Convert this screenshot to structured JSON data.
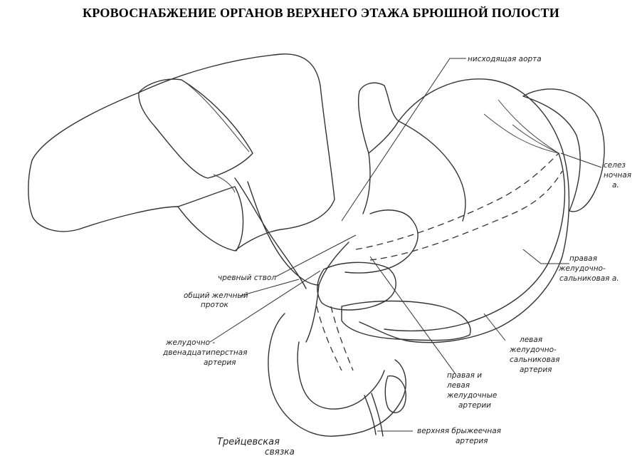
{
  "title": "КРОВОСНАБЖЕНИЕ ОРГАНОВ ВЕРХНЕГО ЭТАЖА БРЮШНОЙ ПОЛОСТИ",
  "labels": {
    "descending_aorta": "нисходящая аорта",
    "splenic_artery_1": "селез",
    "splenic_artery_2": "ночная",
    "splenic_artery_3": "а.",
    "right_gastroepiploic_1": "правая",
    "right_gastroepiploic_2": "желудочно-",
    "right_gastroepiploic_3": "сальниковая а.",
    "celiac_trunk": "чревный ствол",
    "common_bile_duct_1": "общий желчный",
    "common_bile_duct_2": "проток",
    "gastroduodenal_1": "желудочно -",
    "gastroduodenal_2": "двенадцатиперстная",
    "gastroduodenal_3": "артерия",
    "left_gastroepiploic_1": "левая",
    "left_gastroepiploic_2": "желудочно-",
    "left_gastroepiploic_3": "сальниковая",
    "left_gastroepiploic_4": "артерия",
    "gastric_arteries_1": "правая и",
    "gastric_arteries_2": "левая",
    "gastric_arteries_3": "желудочные",
    "gastric_arteries_4": "артерии",
    "superior_mesenteric_1": "верхняя брыжеечная",
    "superior_mesenteric_2": "артерия",
    "treitz_1": "Трейцевская",
    "treitz_2": "связка"
  }
}
